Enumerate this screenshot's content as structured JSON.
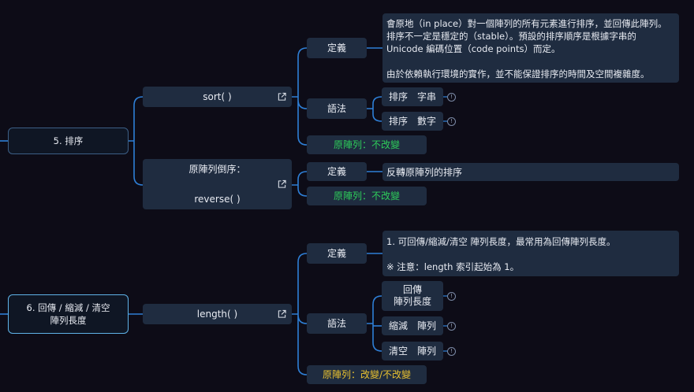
{
  "nodes": {
    "sort_root": "5. 排序",
    "sort_method": "sort( )",
    "sort_def_label": "定義",
    "sort_def_text": "會原地（in place）對一個陣列的所有元素進行排序，並回傳此陣列。\n排序不一定是穩定的（stable）。預設的排序順序是根據字串的\nUnicode 編碼位置（code points）而定。\n\n由於依賴執行環境的實作，並不能保證排序的時間及空間複雜度。",
    "sort_syntax_label": "語法",
    "sort_string": "排序　字串",
    "sort_number": "排序　數字",
    "sort_original": "原陣列：不改變",
    "reverse_line1": "原陣列倒序：",
    "reverse_line2": "reverse( )",
    "reverse_def_label": "定義",
    "reverse_def_text": "反轉原陣列的排序",
    "reverse_original": "原陣列：不改變",
    "length_root_line1": "6. 回傳 / 縮減 / 清空",
    "length_root_line2": "陣列長度",
    "length_method": "length( )",
    "length_def_label": "定義",
    "length_def_text": "1.  可回傳/縮減/清空 陣列長度，最常用為回傳陣列長度。\n\n※ 注意：length 索引起始為 1。",
    "length_syntax_label": "語法",
    "length_return_line1": "回傳",
    "length_return_line2": "陣列長度",
    "length_shrink": "縮減　陣列",
    "length_clear": "清空　陣列",
    "length_original": "原陣列：改變/不改變"
  },
  "icons": {
    "external_link": "external-link-icon",
    "info_badge": "info-icon"
  },
  "colors": {
    "background": "#0d0c17",
    "node": "#1f2c40",
    "connector": "#2e7fd6",
    "unchanged_text": "#2ecc5a",
    "mixed_text": "#e8c130",
    "selected_border": "#5fb3e8"
  }
}
